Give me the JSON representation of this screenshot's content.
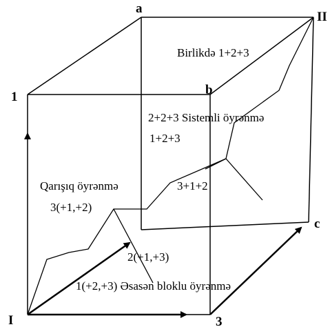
{
  "corners": {
    "a": "a",
    "b": "b",
    "c": "c",
    "one": "1",
    "three": "3",
    "start": "I",
    "end": "II"
  },
  "labels": {
    "together": "Birlikdə 1+2+3",
    "systematic": "2+2+3 Sistemli öyrənmə",
    "systematic_sub": "1+2+3",
    "mixed": "Qarışıq öyrənmə",
    "mixed_order": "3+1+2",
    "mixed_sub": "3(+1,+2)",
    "path_2": "2(+1,+3)",
    "block": "1(+2,+3) Əsasən bloklu öyrənmə"
  }
}
